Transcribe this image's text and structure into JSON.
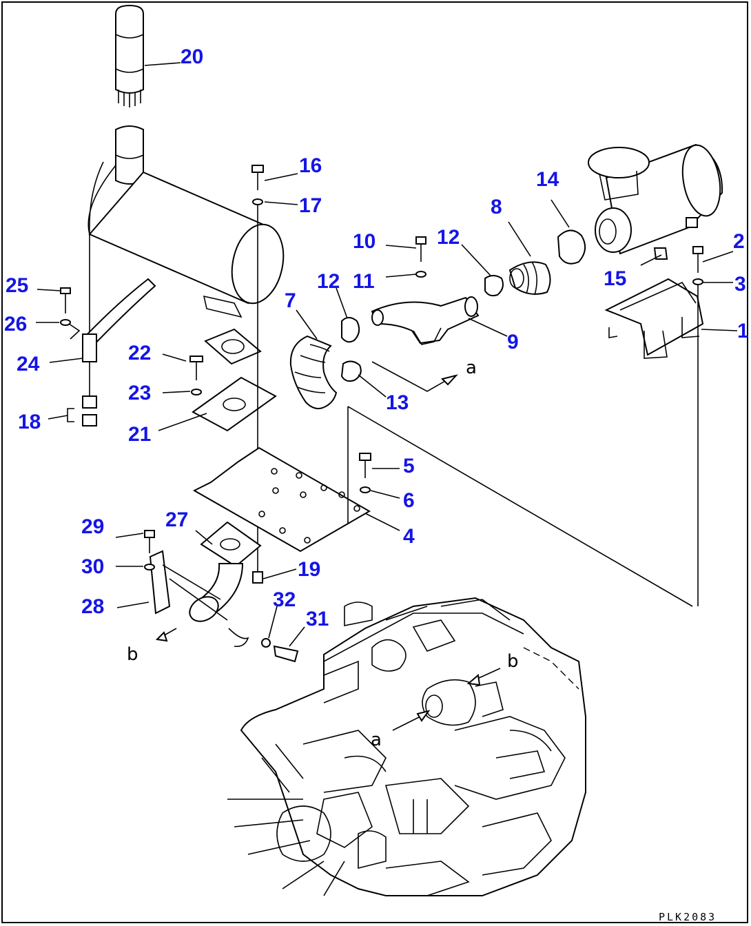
{
  "diagram": {
    "part_labels": [
      {
        "text": "1"
      },
      {
        "text": "2"
      },
      {
        "text": "3"
      },
      {
        "text": "4"
      },
      {
        "text": "5"
      },
      {
        "text": "6"
      },
      {
        "text": "7"
      },
      {
        "text": "8"
      },
      {
        "text": "9"
      },
      {
        "text": "10"
      },
      {
        "text": "11"
      },
      {
        "text": "12"
      },
      {
        "text": "12"
      },
      {
        "text": "13"
      },
      {
        "text": "14"
      },
      {
        "text": "15"
      },
      {
        "text": "16"
      },
      {
        "text": "17"
      },
      {
        "text": "18"
      },
      {
        "text": "19"
      },
      {
        "text": "20"
      },
      {
        "text": "21"
      },
      {
        "text": "22"
      },
      {
        "text": "23"
      },
      {
        "text": "24"
      },
      {
        "text": "25"
      },
      {
        "text": "26"
      },
      {
        "text": "27"
      },
      {
        "text": "28"
      },
      {
        "text": "29"
      },
      {
        "text": "30"
      },
      {
        "text": "31"
      },
      {
        "text": "32"
      }
    ],
    "connection_letters": {
      "a_upper": "a",
      "a_engine": "a",
      "b_pipe": "b",
      "b_engine": "b"
    },
    "drawing_code": "PLK2083",
    "colors": {
      "label": "#1515e6",
      "line": "#000000",
      "background": "#ffffff"
    }
  }
}
